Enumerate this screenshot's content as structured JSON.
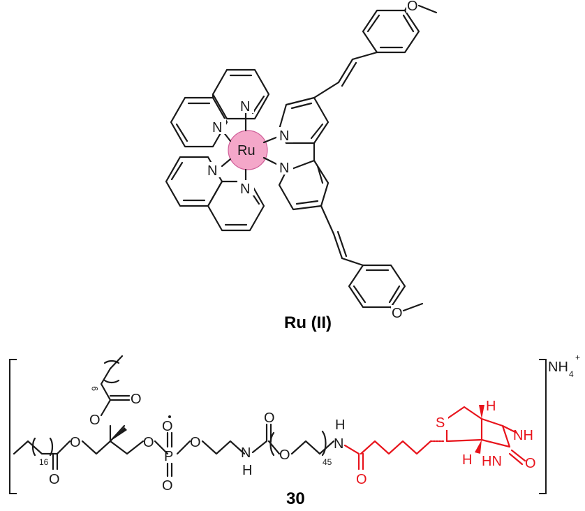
{
  "colors": {
    "ink": "#1a1a1a",
    "highlight_red": "#e8141c",
    "ru_fill": "#f4a7c9",
    "ru_stroke": "#d0609a"
  },
  "molecule_top": {
    "label": "Ru (II)",
    "metal": "Ru",
    "nitrogen": "N",
    "methoxy": "O"
  },
  "molecule_bottom": {
    "label": "30",
    "counter_ion": "NH",
    "counter_ion_sub": "4",
    "counter_ion_sup": "+",
    "repeat_16": "16",
    "repeat_9": "9",
    "repeat_45": "45",
    "atom_O": "O",
    "atom_P": "P",
    "atom_N": "N",
    "atom_H": "H",
    "atom_S": "S",
    "atom_NH": "NH",
    "atom_HN": "HN"
  }
}
